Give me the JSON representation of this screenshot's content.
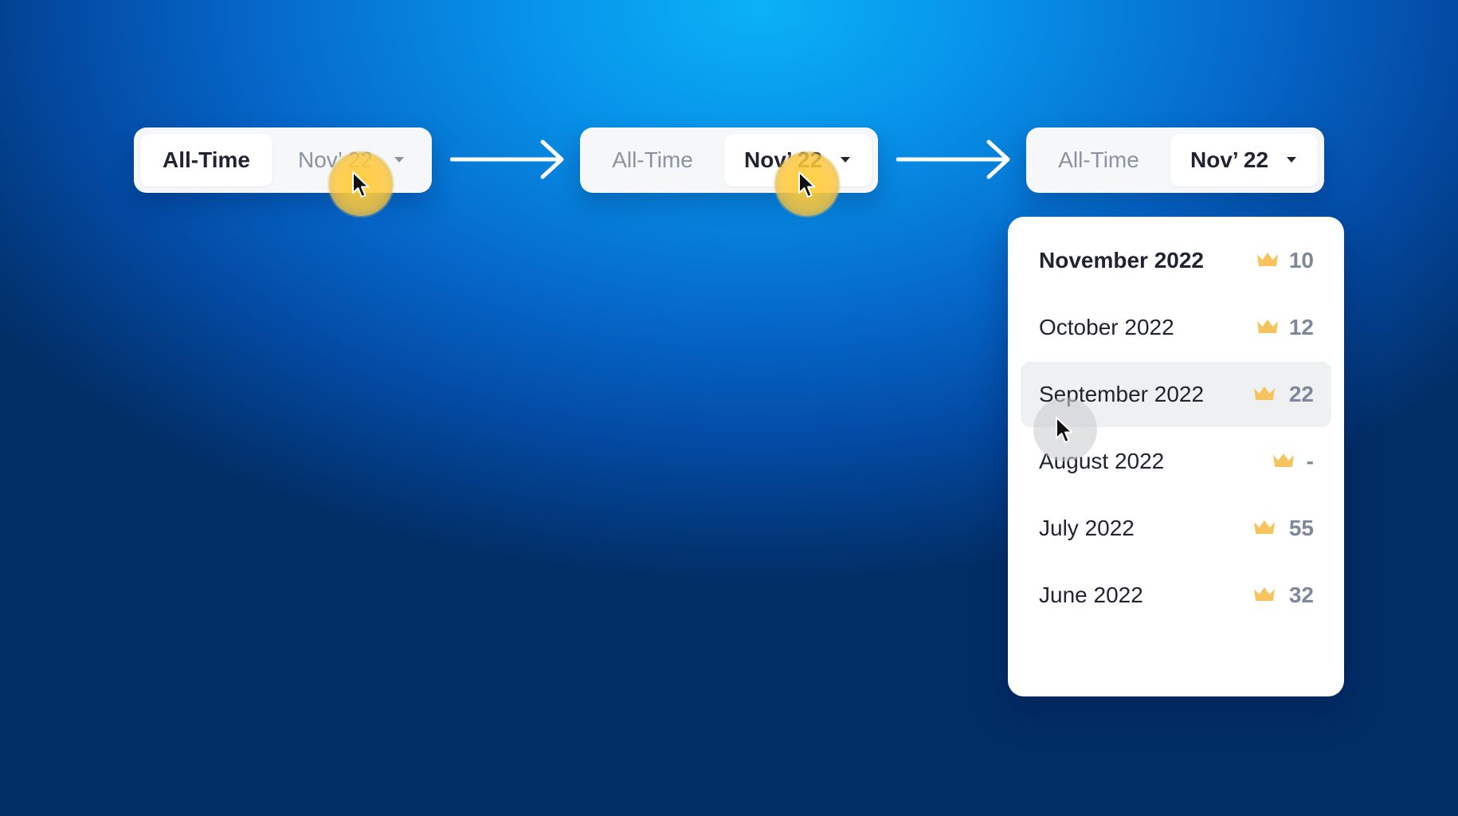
{
  "steps": [
    {
      "all_time_label": "All-Time",
      "month_label": "Nov’ 22",
      "active": "all_time"
    },
    {
      "all_time_label": "All-Time",
      "month_label": "Nov’ 22",
      "active": "month"
    },
    {
      "all_time_label": "All-Time",
      "month_label": "Nov’ 22",
      "active": "month"
    }
  ],
  "dropdown": {
    "items": [
      {
        "label": "November 2022",
        "count": "10",
        "current": true
      },
      {
        "label": "October 2022",
        "count": "12"
      },
      {
        "label": "September 2022",
        "count": "22",
        "hovered": true
      },
      {
        "label": "August 2022",
        "count": "-"
      },
      {
        "label": "July 2022",
        "count": "55"
      },
      {
        "label": "June 2022",
        "count": "32"
      }
    ]
  },
  "icons": {
    "crown": "crown-icon",
    "caret": "caret-down-icon",
    "arrow": "arrow-right-icon",
    "cursor": "mouse-cursor-icon"
  },
  "colors": {
    "crown": "#f6c35c",
    "highlight": "#ffcd37",
    "text_dark": "#1f2430",
    "text_muted": "#8a93a3",
    "count": "#7f889a"
  }
}
